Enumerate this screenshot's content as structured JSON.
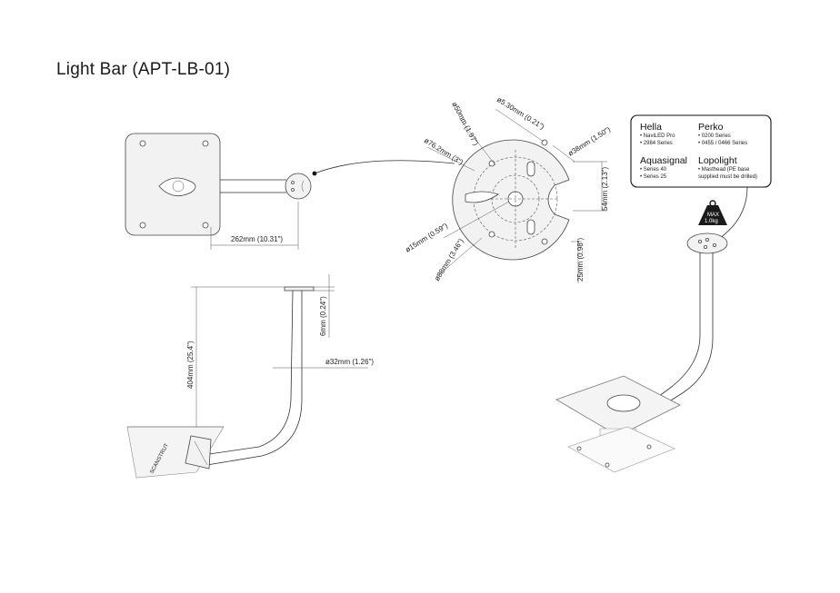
{
  "title": "Light Bar  (APT-LB-01)",
  "dimensions": {
    "arm_length": "262mm (10.31\")",
    "height": "404mm (25.4\")",
    "plate_thickness": "6mm (0.24\")",
    "tube_diameter": "ø32mm (1.26\")",
    "d50": "ø50mm (1.97\")",
    "d5_30": "ø5.30mm (0.21\")",
    "d76_2": "ø76.2mm (3\")",
    "d38": "ø38mm (1.50\")",
    "h54": "54mm (2.13\")",
    "d15": "ø15mm (0.59\")",
    "d88": "ø88mm (3.46\")",
    "h25": "25mm (0.98\")"
  },
  "compat_box": {
    "hella": {
      "name": "Hella",
      "items": [
        "• NaviLED Pro",
        "• 2984 Series"
      ]
    },
    "perko": {
      "name": "Perko",
      "items": [
        "• 0200 Series",
        "• 0455 / 0466 Series"
      ]
    },
    "aquasignal": {
      "name": "Aquasignal",
      "items": [
        "• Series 40",
        "• Series 25"
      ]
    },
    "lopolight": {
      "name": "Lopolight",
      "items": [
        "• Masthead (PE base",
        "supplied must be drilled)"
      ]
    }
  },
  "weight_tag": {
    "line1": "MAX",
    "line2": "1.0kg"
  },
  "brand_mark": "SCANSTRUT",
  "colors": {
    "line": "#333333",
    "part_fill": "#f2f2f2",
    "background": "#ffffff"
  }
}
